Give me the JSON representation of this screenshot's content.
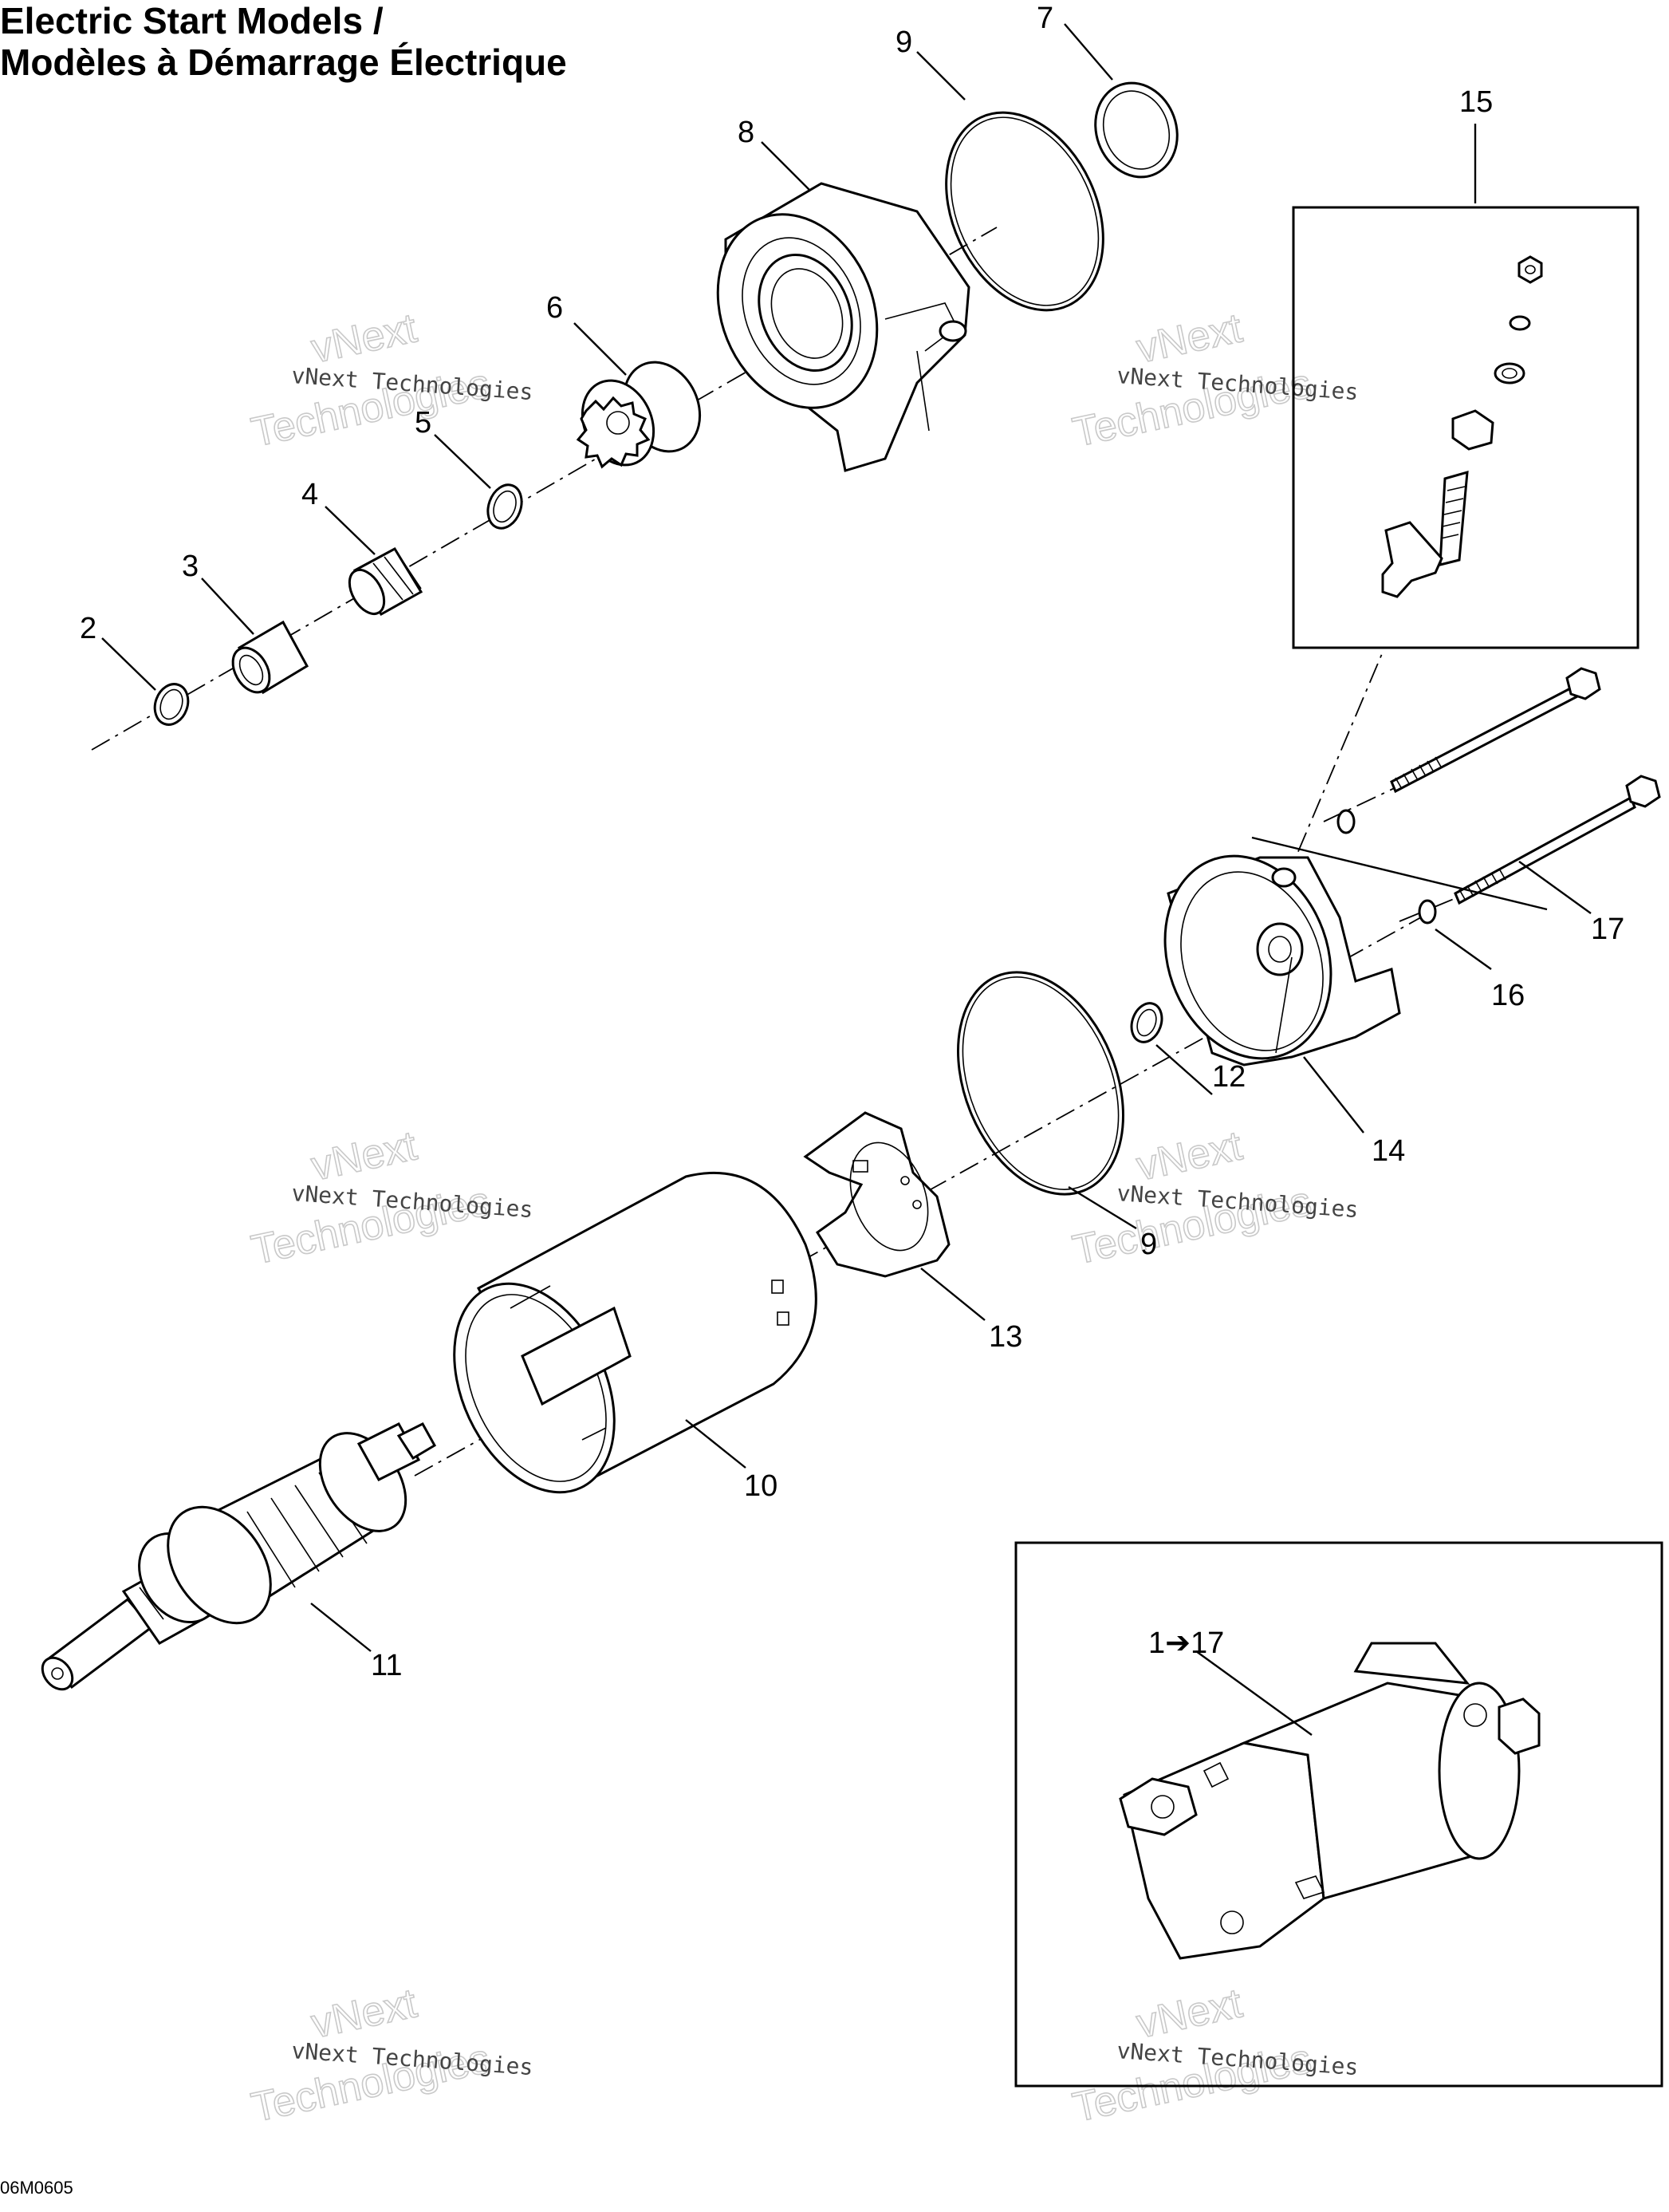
{
  "header": {
    "title_line1": "Electric Start Models /",
    "title_line2": "Modèles à Démarrage Électrique"
  },
  "figure_code": "06M0605",
  "watermark": {
    "small": "vNext Technologies",
    "big_1": "vNext",
    "big_2": "Technologies"
  },
  "callouts": {
    "n2": "2",
    "n3": "3",
    "n4": "4",
    "n5": "5",
    "n6": "6",
    "n7": "7",
    "n8": "8",
    "n9a": "9",
    "n9b": "9",
    "n10": "10",
    "n11": "11",
    "n12": "12",
    "n13": "13",
    "n14": "14",
    "n15": "15",
    "n16": "16",
    "n17": "17",
    "assembly": "1➔17"
  }
}
